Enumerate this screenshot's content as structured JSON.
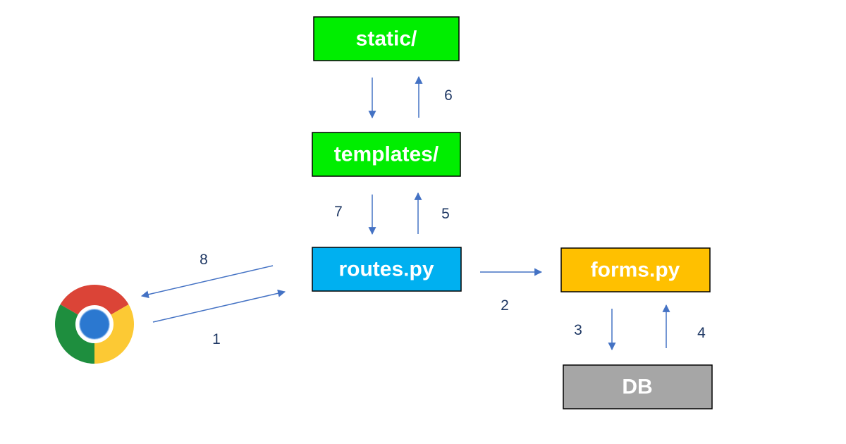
{
  "colors": {
    "green": "#00ee00",
    "blue": "#00b0f0",
    "orange": "#ffc000",
    "gray": "#a6a6a6",
    "arrow": "#4472c4",
    "label": "#1f3864",
    "border": "#000000",
    "text_light": "#ffffff"
  },
  "nodes": {
    "static": {
      "label": "static/"
    },
    "templates": {
      "label": "templates/"
    },
    "routes": {
      "label": "routes.py"
    },
    "forms": {
      "label": "forms.py"
    },
    "db": {
      "label": "DB"
    },
    "browser": {
      "icon": "chrome-browser-icon"
    }
  },
  "steps": [
    "1",
    "2",
    "3",
    "4",
    "5",
    "6",
    "7",
    "8"
  ]
}
